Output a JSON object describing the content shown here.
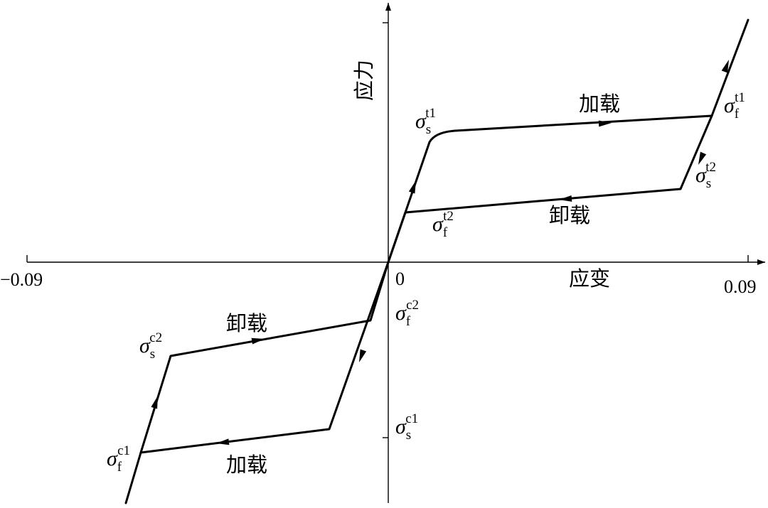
{
  "axes": {
    "x_label": "应变",
    "y_label": "应力",
    "x_min_label": "−0.09",
    "x_max_label": "0.09",
    "origin_label": "0"
  },
  "annotations": {
    "loading_tension": "加载",
    "unloading_tension": "卸载",
    "unloading_compression": "卸载",
    "loading_compression": "加载"
  },
  "symbols": {
    "sigma_s_t1": {
      "base": "σ",
      "sub": "s",
      "sup": "t1"
    },
    "sigma_f_t1": {
      "base": "σ",
      "sub": "f",
      "sup": "t1"
    },
    "sigma_s_t2": {
      "base": "σ",
      "sub": "s",
      "sup": "t2"
    },
    "sigma_f_t2": {
      "base": "σ",
      "sub": "f",
      "sup": "t2"
    },
    "sigma_f_c2": {
      "base": "σ",
      "sub": "f",
      "sup": "c2"
    },
    "sigma_s_c2": {
      "base": "σ",
      "sub": "s",
      "sup": "c2"
    },
    "sigma_s_c1": {
      "base": "σ",
      "sub": "s",
      "sup": "c1"
    },
    "sigma_f_c1": {
      "base": "σ",
      "sub": "f",
      "sup": "c1"
    }
  }
}
